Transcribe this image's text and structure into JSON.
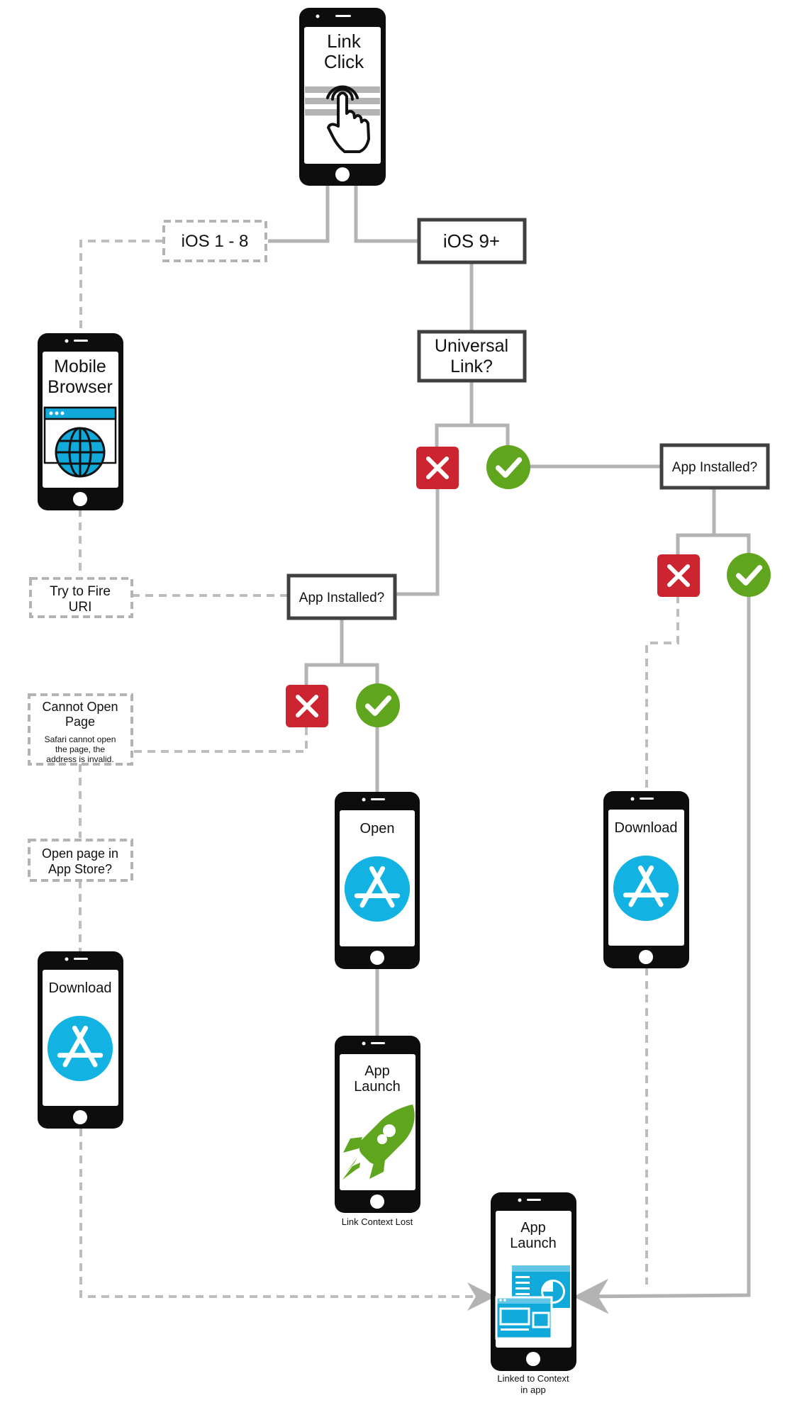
{
  "colors": {
    "connector": "#b3b3b3",
    "box_border": "#404040",
    "phone_body": "#0d0d0d",
    "cross_red": "#cc2430",
    "check_green": "#5fa51d",
    "app_store_blue": "#12b3e3",
    "rocket_green": "#5fa51d",
    "browser_blue": "#11a8da"
  },
  "phones": {
    "link_click": {
      "line1": "Link",
      "line2": "Click",
      "icon": "tap-hand-icon"
    },
    "mobile_browser": {
      "line1": "Mobile",
      "line2": "Browser",
      "icon": "globe-browser-icon"
    },
    "open_app": {
      "label": "Open",
      "icon": "app-store-icon"
    },
    "download_right": {
      "label": "Download",
      "icon": "app-store-icon"
    },
    "download_left": {
      "label": "Download",
      "icon": "app-store-icon"
    },
    "app_launch_lost": {
      "line1": "App",
      "line2": "Launch",
      "icon": "rocket-icon",
      "caption": "Link Context Lost"
    },
    "app_launch_linked": {
      "line1": "App",
      "line2": "Launch",
      "icon": "app-windows-icon",
      "caption_line1": "Linked to Context",
      "caption_line2": "in app"
    }
  },
  "boxes": {
    "ios_1_8": "iOS 1 - 8",
    "ios_9": "iOS 9+",
    "universal_link": {
      "line1": "Universal",
      "line2": "Link?"
    },
    "app_installed_top": "App Installed?",
    "app_installed_mid": "App Installed?",
    "try_fire_uri": {
      "line1": "Try to Fire",
      "line2": "URI"
    },
    "cannot_open": {
      "title_line1": "Cannot Open",
      "title_line2": "Page",
      "note_line1": "Safari cannot open",
      "note_line2": "the page, the",
      "note_line3": "address is invalid."
    },
    "open_app_store": {
      "line1": "Open page in",
      "line2": "App Store?"
    }
  },
  "markers": {
    "cross": "cross-icon",
    "check": "check-icon"
  }
}
